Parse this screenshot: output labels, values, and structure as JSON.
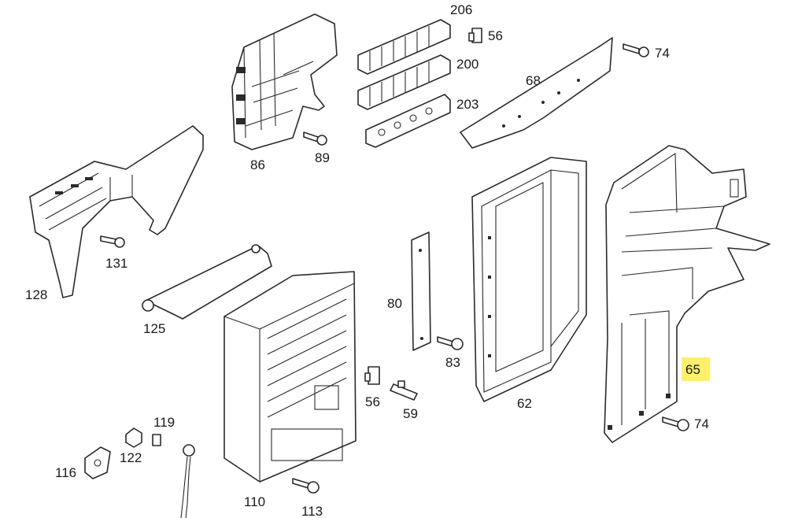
{
  "highlight_color": "#fff06a",
  "line_color": "#2a2a2a",
  "callouts": {
    "c206": "206",
    "c56a": "56",
    "c74a": "74",
    "c200": "200",
    "c68": "68",
    "c203": "203",
    "c86": "86",
    "c89": "89",
    "c131": "131",
    "c128": "128",
    "c125": "125",
    "c80": "80",
    "c83": "83",
    "c62": "62",
    "c65": "65",
    "c56b": "56",
    "c59": "59",
    "c74b": "74",
    "c119": "119",
    "c122": "122",
    "c116": "116",
    "c110": "110",
    "c113": "113"
  },
  "highlighted_part": "65"
}
